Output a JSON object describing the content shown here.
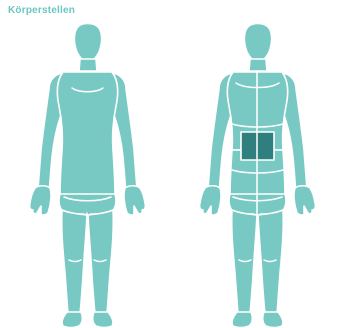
{
  "header": {
    "title": "Körperstellen"
  },
  "body_map": {
    "views": [
      {
        "view": "front",
        "regions": [
          "head",
          "neck",
          "torso",
          "left-arm",
          "right-arm",
          "left-hand",
          "right-hand",
          "pelvis",
          "left-leg",
          "right-leg",
          "left-foot",
          "right-foot"
        ]
      },
      {
        "view": "back",
        "regions": [
          "head",
          "neck",
          "upper-back",
          "lower-back",
          "left-arm",
          "right-arm",
          "left-hand",
          "right-hand",
          "buttocks",
          "left-leg",
          "right-leg",
          "left-foot",
          "right-foot"
        ]
      }
    ],
    "selected_region": "lower-back",
    "colors": {
      "body_fill": "#78c9c3",
      "selected_fill": "#2f7f7f",
      "title_color": "#6cc6c2",
      "outline": "#ffffff"
    }
  }
}
